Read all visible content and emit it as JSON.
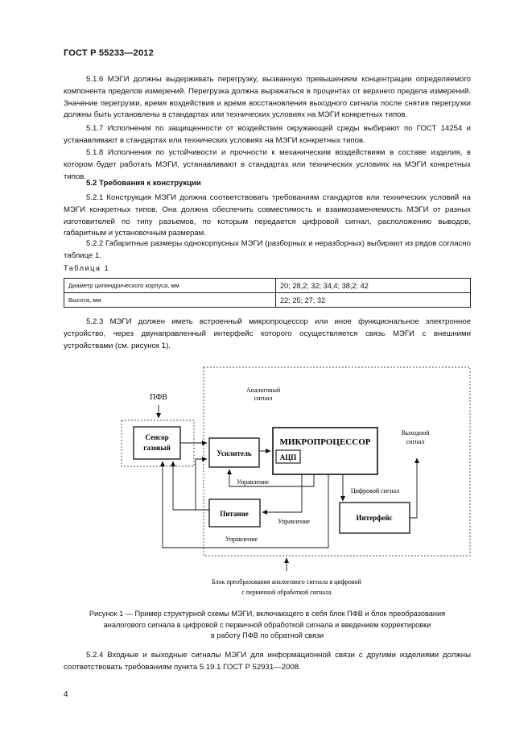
{
  "header": {
    "standard": "ГОСТ Р 55233—2012"
  },
  "paragraphs": {
    "p516": "5.1.6 МЭГИ должны выдерживать перегрузку, вызванную превышением концентрации определяемого компонента пределов измерений. Перегрузка должна выражаться в процентах от верхнего предела измерений. Значение перегрузки, время воздействия и время восстановления выходного сигнала после снятия перегрузки должны быть установлены в стандартах или технических условиях на МЭГИ конкретных типов.",
    "p517": "5.1.7 Исполнения по защищенности от воздействия окружающей среды выбирают по ГОСТ 14254 и устанавливают в стандартах или технических условиях на МЭГИ конкретных типов.",
    "p518": "5.1.8 Исполнения по устойчивости и прочности к механическим воздействиям в составе изделия, в котором будет работать МЭГИ, устанавливают в стандартах или технических условиях на МЭГИ конкретных типов.",
    "heading52": "5.2 Требования к конструкции",
    "p521": "5.2.1 Конструкция МЭГИ должна соответствовать требованиям стандартов или технических условий на МЭГИ конкретных типов. Она должна обеспечить совместимость и взаимозаменяемость МЭГИ от разных изготовителей по типу разъемов, по которым передается цифровой сигнал, расположению выводов, габаритным и установочным размерам.",
    "p522": "5.2.2 Габаритные размеры однокорпусных МЭГИ (разборных и неразборных) выбирают из рядов согласно таблице 1.",
    "p523": "5.2.3 МЭГИ должен иметь встроенный микропроцессор или иное функциональное электронное устройство, через двунаправленный интерфейс которого осуществляется связь МЭГИ с внешними устройствами (см. рисунок 1).",
    "p524": "5.2.4 Входные и выходные сигналы МЭГИ для информационной связи с другими изделиями должны соответствовать требованиям пункта 5.19.1 ГОСТ Р 52931—2008."
  },
  "table": {
    "caption": "Таблица 1",
    "rows": [
      {
        "param": "Диаметр цилиндрического корпуса, мм",
        "value": "20; 28,2; 32; 34,4; 38,2; 42"
      },
      {
        "param": "Высота, мм",
        "value": "22; 25; 27; 32"
      }
    ]
  },
  "figure": {
    "pfv": "ПФВ",
    "sensor_line1": "Сенсор",
    "sensor_line2": "газовый",
    "amplifier": "Усилитель",
    "microprocessor": "МИКРОПРОЦЕССОР",
    "adc": "АЦП",
    "power": "Питание",
    "interface": "Интерфейс",
    "analog_signal_line1": "Аналоговый",
    "analog_signal_line2": "сигнал",
    "output_signal_line1": "Выходной",
    "output_signal_line2": "сигнал",
    "digital_signal": "Цифровой сигнал",
    "control_1": "Управление",
    "control_2": "Управление",
    "control_3": "Управление",
    "block_label_line1": "Блок преобразования аналогового сигнала в цифровой",
    "block_label_line2": "с первичной обработкой сигнала"
  },
  "caption": {
    "line1": "Рисунок 1 — Пример структурной схемы МЭГИ, включающего в себя блок ПФВ и блок преобразования",
    "line2": "аналогового сигнала в цифровой с первичной обработкой сигнала и введением корректировки",
    "line3": "в работу ПФВ по обратной связи"
  },
  "footer": {
    "page_number": "4"
  }
}
